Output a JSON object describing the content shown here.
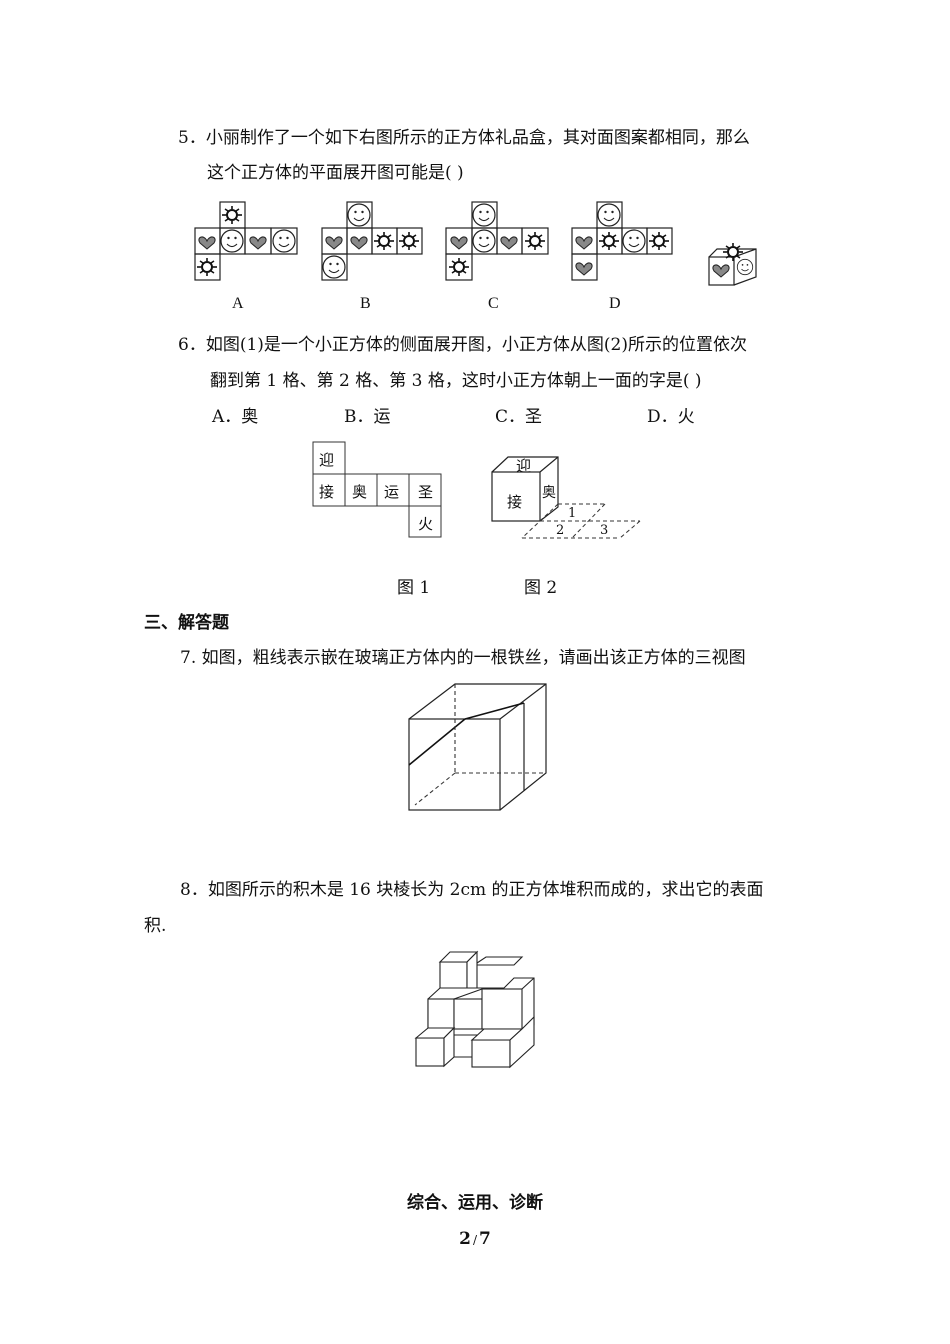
{
  "q5": {
    "line1": "5．小丽制作了一个如下右图所示的正方体礼品盒，其对面图案都相同，那么",
    "line2": "这个正方体的平面展开图可能是(    )",
    "options": [
      "A",
      "B",
      "C",
      "D"
    ],
    "icons": {
      "heart": "heart-icon",
      "smile": "smiley-face-icon",
      "sun": "sun-icon"
    }
  },
  "q6": {
    "line1": "6．如图(1)是一个小正方体的侧面展开图，小正方体从图(2)所示的位置依次",
    "line2": "翻到第 1 格、第 2 格、第 3 格，这时小正方体朝上一面的字是(    )",
    "choices": [
      {
        "label": "A．奥"
      },
      {
        "label": "B．运"
      },
      {
        "label": "C．圣"
      },
      {
        "label": "D．火"
      }
    ],
    "net_faces": [
      "迎",
      "接",
      "奥",
      "运",
      "圣",
      "火"
    ],
    "cube_faces": {
      "top": "迎",
      "front": "接",
      "side": "奥"
    },
    "grid_numbers": [
      "1",
      "2",
      "3"
    ],
    "fig1_caption": "图 1",
    "fig2_caption": "图 2"
  },
  "section3": {
    "title": "三、解答题"
  },
  "q7": {
    "text": "7. 如图，粗线表示嵌在玻璃正方体内的一根铁丝，请画出该正方体的三视图"
  },
  "q8": {
    "line1": "8．如图所示的积木是 16 块棱长为 2cm 的正方体堆积而成的，求出它的表面",
    "line2": "积."
  },
  "footer": {
    "title": "综合、运用、诊断",
    "page": "2",
    "sep": "/",
    "total": "7"
  }
}
